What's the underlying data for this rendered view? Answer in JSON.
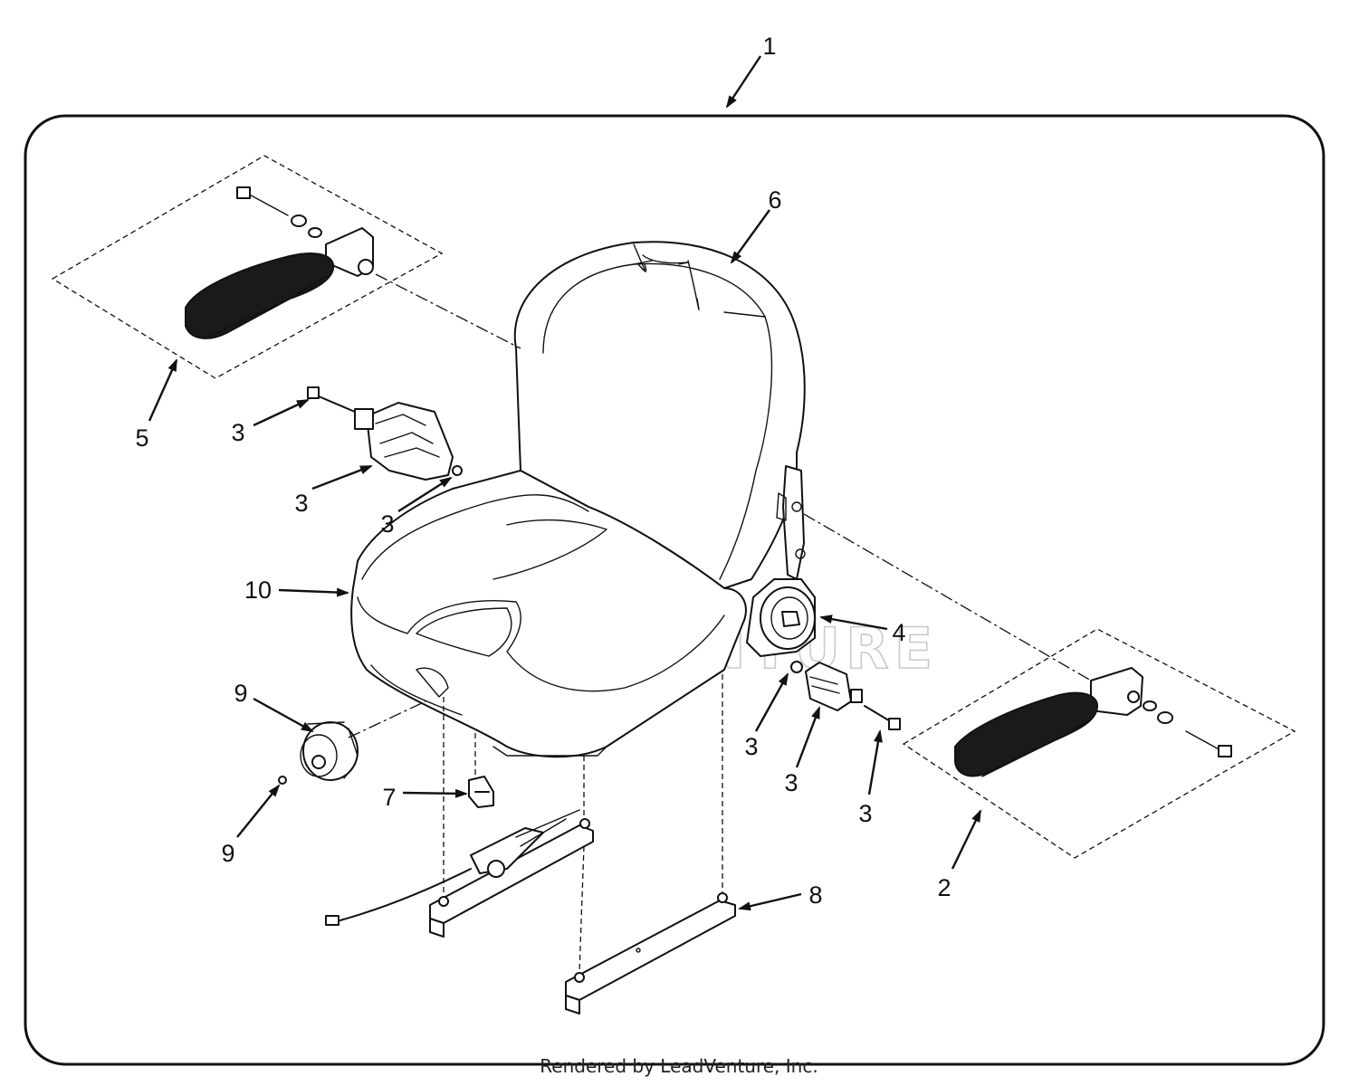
{
  "diagram": {
    "callouts": [
      {
        "id": "c1",
        "text": "1"
      },
      {
        "id": "c6",
        "text": "6"
      },
      {
        "id": "c5",
        "text": "5"
      },
      {
        "id": "c3a",
        "text": "3"
      },
      {
        "id": "c3b",
        "text": "3"
      },
      {
        "id": "c3c",
        "text": "3"
      },
      {
        "id": "c10",
        "text": "10"
      },
      {
        "id": "c4",
        "text": "4"
      },
      {
        "id": "c9a",
        "text": "9"
      },
      {
        "id": "c9b",
        "text": "9"
      },
      {
        "id": "c7",
        "text": "7"
      },
      {
        "id": "c3d",
        "text": "3"
      },
      {
        "id": "c3e",
        "text": "3"
      },
      {
        "id": "c3f",
        "text": "3"
      },
      {
        "id": "c8",
        "text": "8"
      },
      {
        "id": "c2",
        "text": "2"
      }
    ],
    "watermark": "LEADVENTURE"
  },
  "footer": {
    "text": "Rendered by LeadVenture, Inc."
  }
}
